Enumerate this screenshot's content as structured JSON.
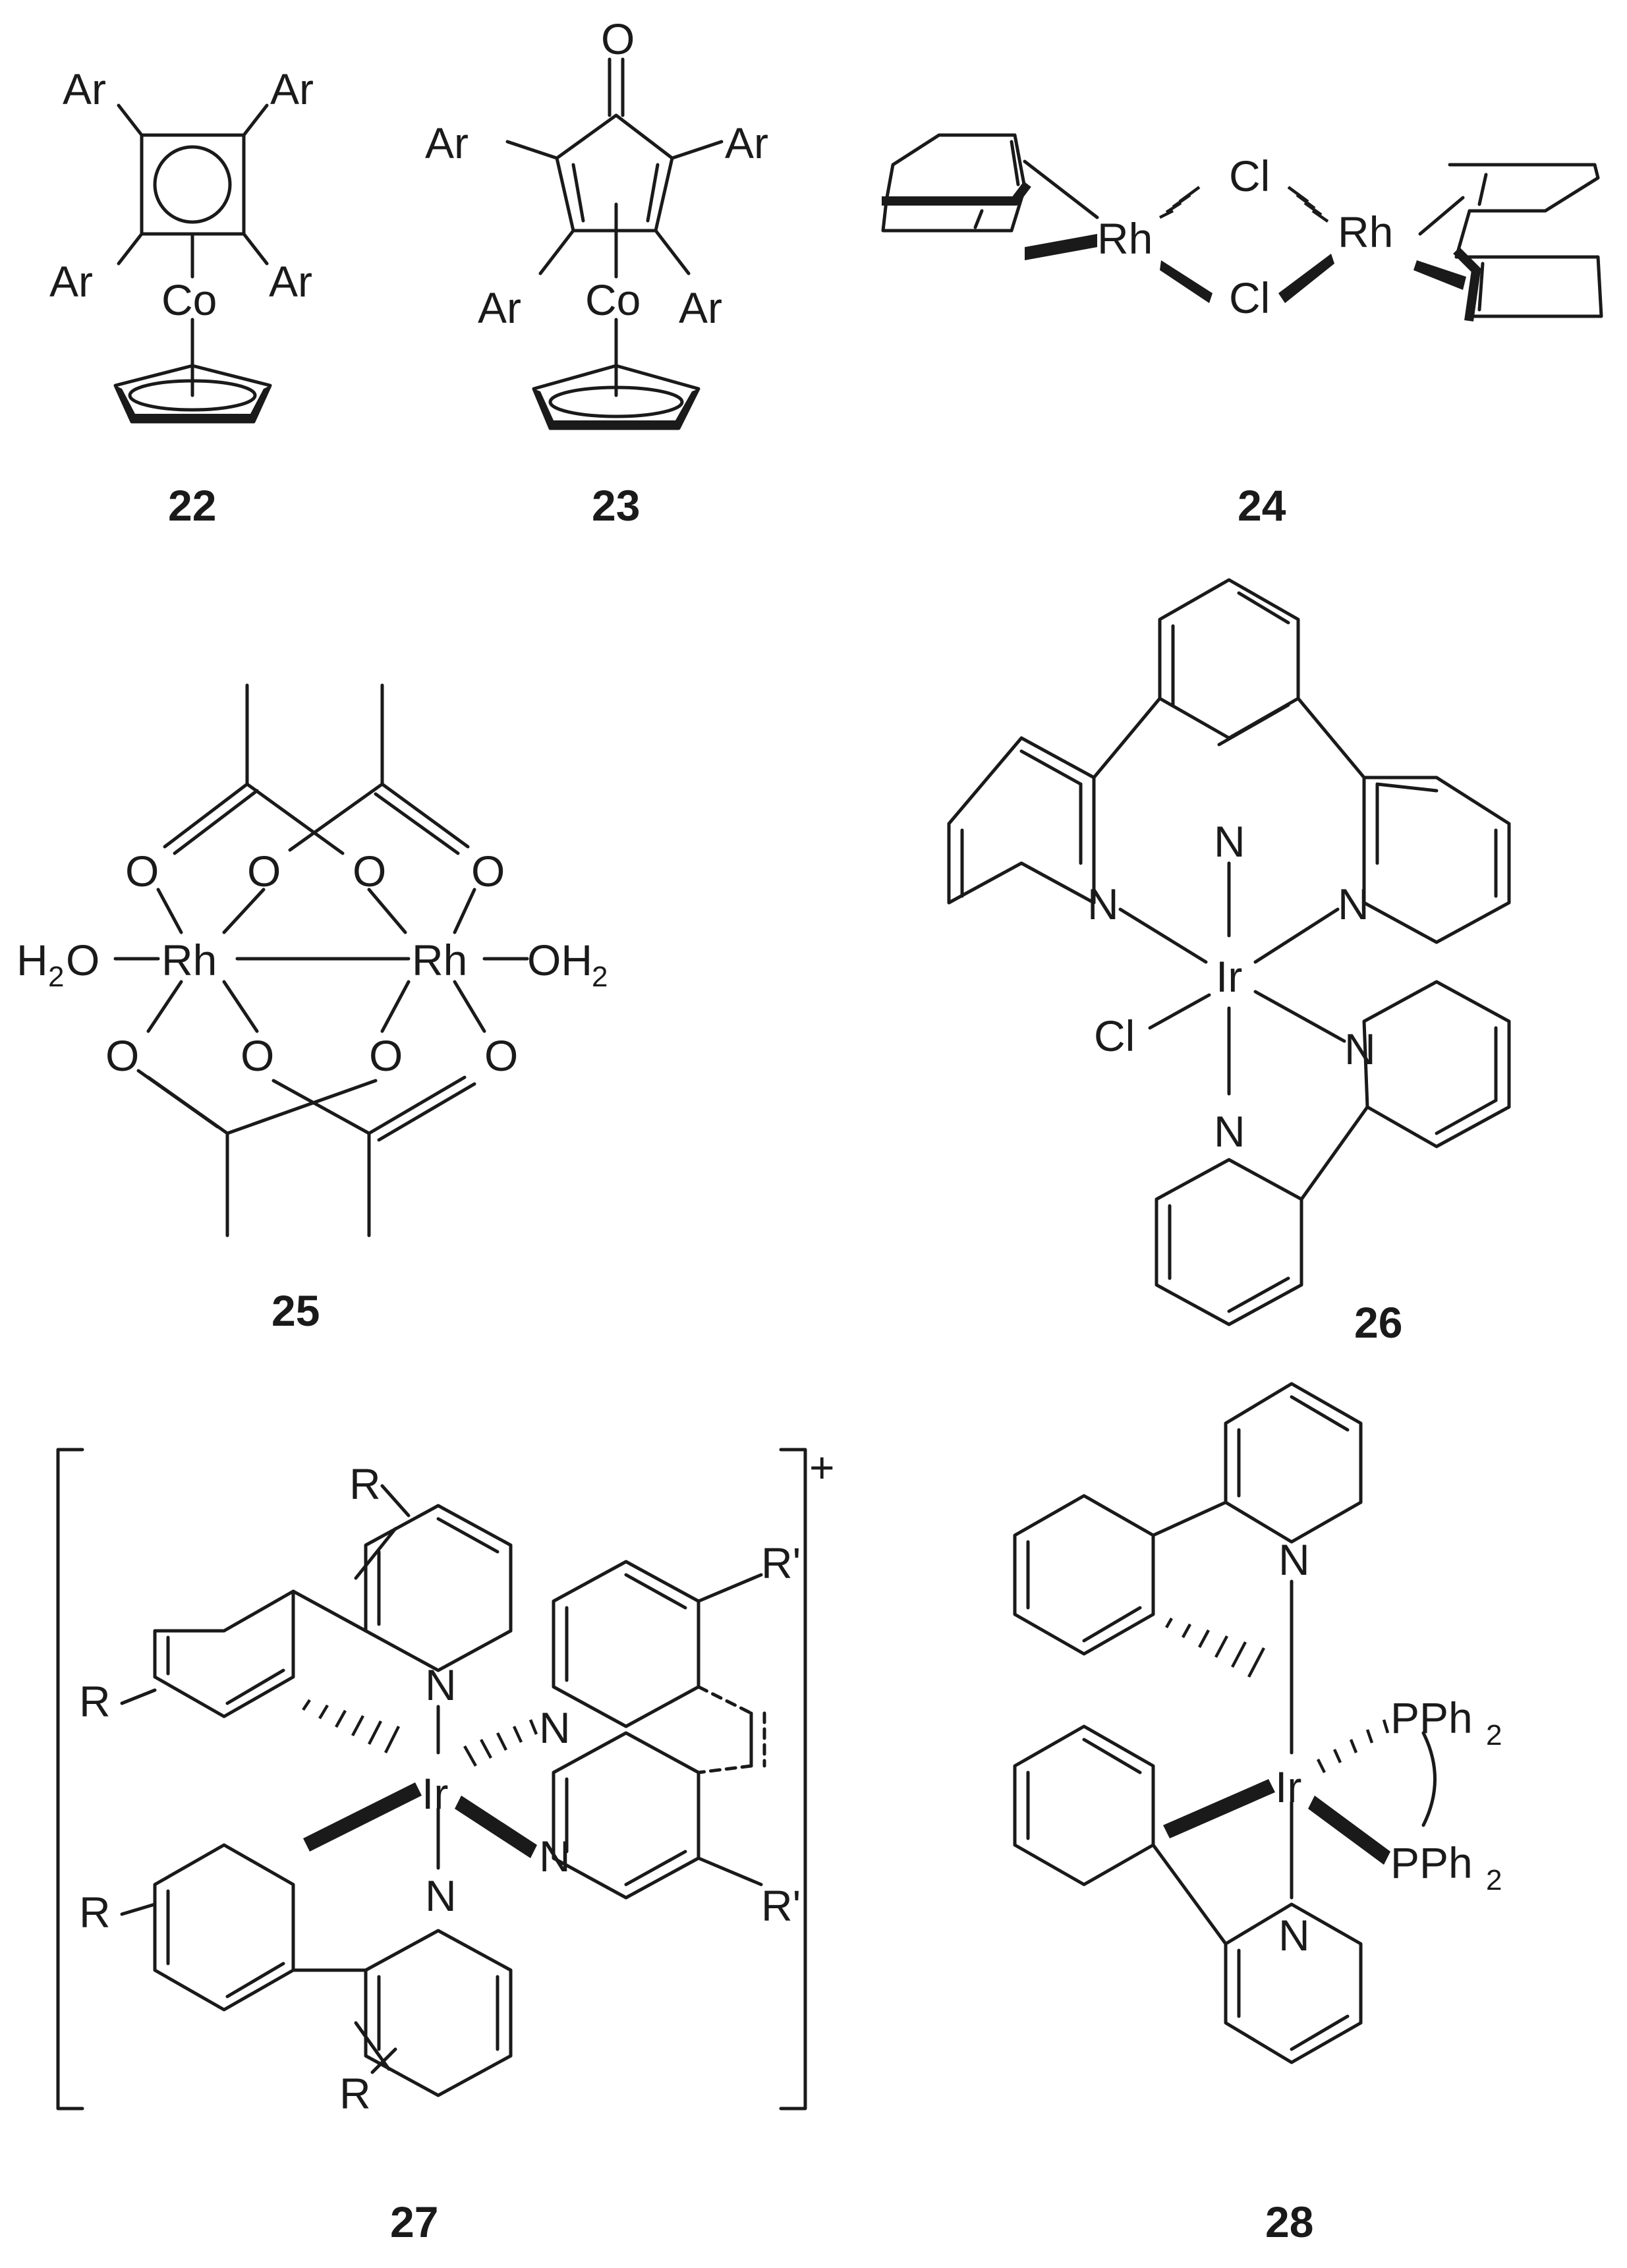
{
  "compounds": [
    {
      "id": "22",
      "labels": {
        "ar1": "Ar",
        "ar2": "Ar",
        "ar3": "Ar",
        "ar4": "Ar",
        "metal": "Co"
      }
    },
    {
      "id": "23",
      "labels": {
        "o": "O",
        "ar1": "Ar",
        "ar2": "Ar",
        "ar3": "Ar",
        "ar4": "Ar",
        "metal": "Co"
      }
    },
    {
      "id": "24",
      "labels": {
        "cl_top": "Cl",
        "cl_bottom": "Cl",
        "rh1": "Rh",
        "rh2": "Rh"
      }
    },
    {
      "id": "25",
      "labels": {
        "rh1": "Rh",
        "rh2": "Rh",
        "h2o_left": "H",
        "h2o_left_sub": "2",
        "h2o_left_o": "O",
        "oh2_right": "OH",
        "oh2_right_sub": "2",
        "o": "O"
      }
    },
    {
      "id": "26",
      "labels": {
        "metal": "Ir",
        "n": "N",
        "cl": "Cl"
      }
    },
    {
      "id": "27",
      "charge": "+",
      "labels": {
        "metal": "Ir",
        "n": "N",
        "r": "R",
        "r_prime": "R'"
      }
    },
    {
      "id": "28",
      "labels": {
        "metal": "Ir",
        "n": "N",
        "pph": "PPh",
        "pph_sub": "2"
      }
    }
  ]
}
